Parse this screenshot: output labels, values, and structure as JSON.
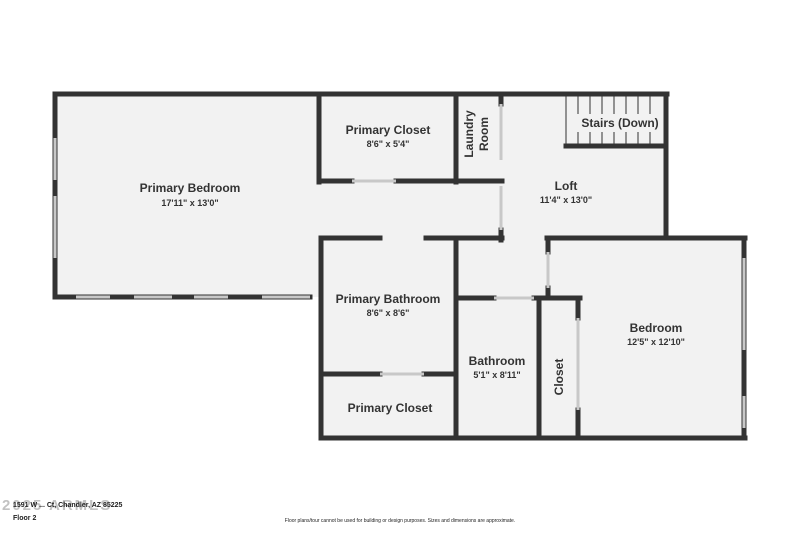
{
  "rooms": {
    "primary_bedroom": {
      "name": "Primary Bedroom",
      "dims": "17'11\" x 13'0\""
    },
    "primary_closet_top": {
      "name": "Primary Closet",
      "dims": "8'6\" x 5'4\""
    },
    "laundry": {
      "name_line1": "Laundry",
      "name_line2": "Room"
    },
    "stairs": {
      "name": "Stairs (Down)"
    },
    "loft": {
      "name": "Loft",
      "dims": "11'4\" x 13'0\""
    },
    "primary_bathroom": {
      "name": "Primary Bathroom",
      "dims": "8'6\" x 8'6\""
    },
    "primary_closet_bottom": {
      "name": "Primary Closet"
    },
    "bathroom": {
      "name": "Bathroom",
      "dims": "5'1\" x 8'11\""
    },
    "closet": {
      "name": "Closet"
    },
    "bedroom": {
      "name": "Bedroom",
      "dims": "12'5\" x 12'10\""
    }
  },
  "footer": {
    "address": "1591 W ... Ct, Chandler, AZ 85225",
    "floor": "Floor 2",
    "disclaimer": "Floor plans/tour cannot be used for building or design purposes. Sizes and dimensions are approximate.",
    "watermark": "2025 ARMLS"
  },
  "colors": {
    "wall": "#333333",
    "floor_fill": "#f2f2f2",
    "window": "#cfcfcf",
    "background": "#ffffff"
  }
}
